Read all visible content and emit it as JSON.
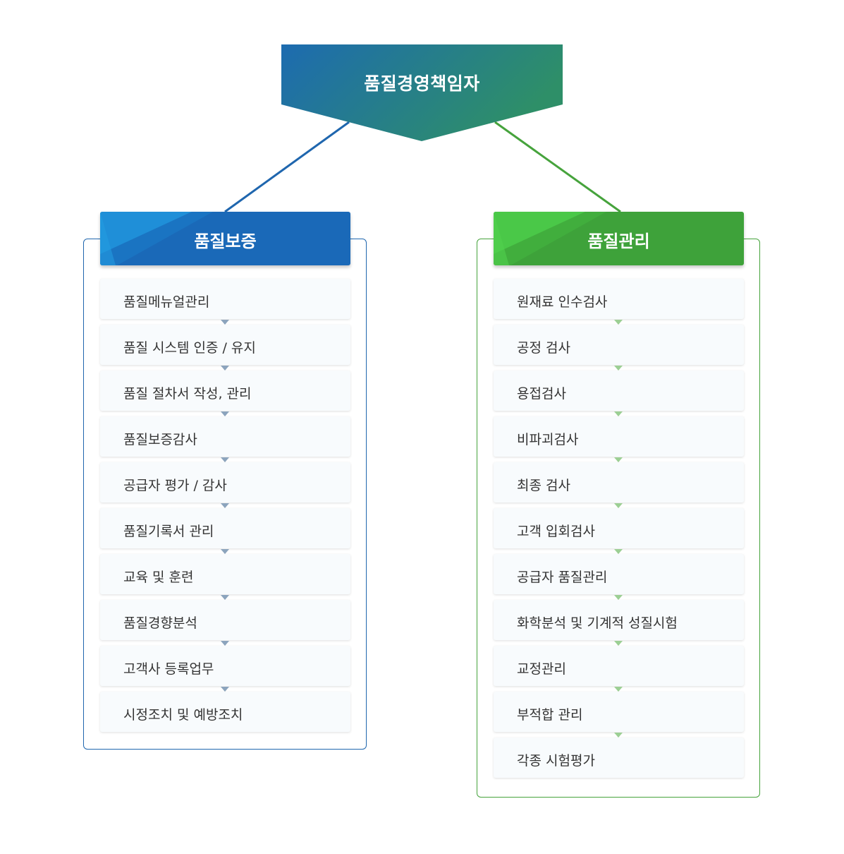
{
  "top": {
    "title": "품질경영책임자"
  },
  "left": {
    "title": "품질보증",
    "items": [
      "품질메뉴얼관리",
      "품질 시스템 인증 / 유지",
      "품질 절차서 작성, 관리",
      "품질보증감사",
      "공급자 평가 / 감사",
      "품질기록서 관리",
      "교육 및 훈련",
      "품질경향분석",
      "고객사 등록업무",
      "시정조치 및 예방조치"
    ]
  },
  "right": {
    "title": "품질관리",
    "items": [
      "원재료 인수검사",
      "공정 검사",
      "용접검사",
      "비파괴검사",
      "최종 검사",
      "고객 입회검사",
      "공급자 품질관리",
      "화학분석 및 기계적 성질시험",
      "교정관리",
      "부적합 관리",
      "각종 시험평가"
    ]
  },
  "colors": {
    "blue": "#1a69b8",
    "green": "#3ea23a",
    "top_start": "#1d6bb0",
    "top_end": "#2e8c6a"
  }
}
